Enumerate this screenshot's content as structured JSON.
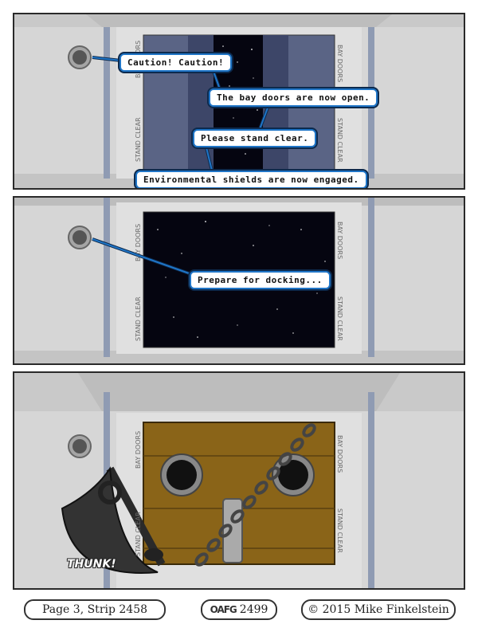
{
  "panels": [
    {
      "bubbles": [
        {
          "text": "Caution! Caution!"
        },
        {
          "text": "The bay doors are now open."
        },
        {
          "text": "Please stand clear."
        },
        {
          "text": "Environmental shields are now engaged."
        }
      ],
      "wall_labels": {
        "left_top": "BAY DOORS",
        "left_bottom": "STAND CLEAR",
        "right_top": "BAY DOORS",
        "right_bottom": "STAND CLEAR"
      }
    },
    {
      "bubbles": [
        {
          "text": "Prepare for docking..."
        }
      ],
      "wall_labels": {
        "left_top": "BAY DOORS",
        "left_bottom": "STAND CLEAR",
        "right_top": "BAY DOORS",
        "right_bottom": "STAND CLEAR"
      }
    },
    {
      "sound_effect": "THUNK!",
      "wall_labels": {
        "left_top": "BAY DOORS",
        "left_bottom": "STAND CLEAR",
        "right_top": "BAY DOORS",
        "right_bottom": "STAND CLEAR"
      }
    }
  ],
  "footer": {
    "page_strip": "Page 3, Strip 2458",
    "logo_text": "OAFG",
    "strip_number": "2499",
    "copyright": "© 2015 Mike Finkelstein"
  }
}
